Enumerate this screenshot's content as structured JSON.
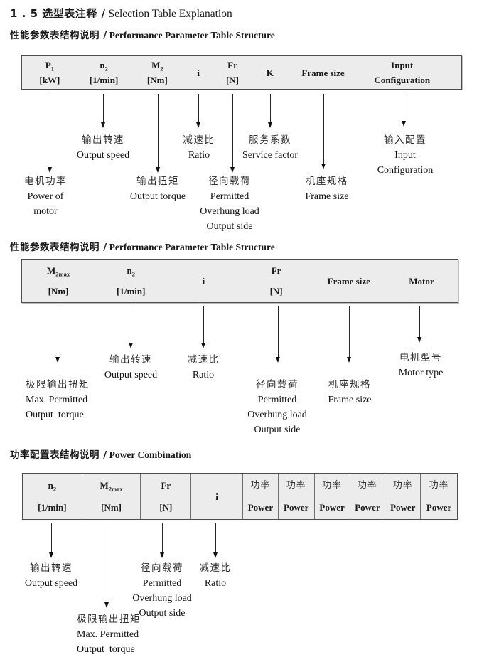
{
  "colors": {
    "table_fill": "#ececec",
    "table_border": "#4d4d4d",
    "text": "#1a1a1a",
    "background": "#ffffff"
  },
  "page": {
    "title_zh": "1 . 5 选型表注释 /",
    "title_en": "Selection Table Explanation"
  },
  "s1": {
    "heading_zh": "性能参数表结构说明 /",
    "heading_en": "Performance Parameter Table Structure",
    "cols": [
      {
        "top": "P",
        "sub": "1",
        "bottom": "[kW]"
      },
      {
        "top": "n",
        "sub": "2",
        "bottom": "[1/min]"
      },
      {
        "top": "M",
        "sub": "2",
        "bottom": "[Nm]"
      },
      {
        "top": "i"
      },
      {
        "top": "Fr",
        "bottom": "[N]"
      },
      {
        "top": "K"
      },
      {
        "top": "Frame size"
      },
      {
        "top": "Input",
        "bottom": "Configuration"
      }
    ],
    "callouts": [
      {
        "zh": "电机功率",
        "en1": "Power of",
        "en2": "motor"
      },
      {
        "zh": "输出转速",
        "en1": "Output speed"
      },
      {
        "zh": "输出扭矩",
        "en1": "Output torque"
      },
      {
        "zh": "减速比",
        "en1": "Ratio"
      },
      {
        "zh": "径向载荷",
        "en1": "Permitted",
        "en2": "Overhung load",
        "en3": "Output side"
      },
      {
        "zh": "服务系数",
        "en1": "Service factor"
      },
      {
        "zh": "机座规格",
        "en1": "Frame size"
      },
      {
        "zh": "输入配置",
        "en1": "Input",
        "en2": "Configuration"
      }
    ]
  },
  "s2": {
    "heading_zh": "性能参数表结构说明 /",
    "heading_en": "Performance Parameter Table Structure",
    "cols": [
      {
        "top": "M",
        "sub": "2max",
        "bottom": "[Nm]"
      },
      {
        "top": "n",
        "sub": "2",
        "bottom": "[1/min]"
      },
      {
        "top": "i"
      },
      {
        "top": "Fr",
        "bottom": "[N]"
      },
      {
        "top": "Frame size"
      },
      {
        "top": "Motor"
      }
    ],
    "callouts": [
      {
        "zh": "极限输出扭矩",
        "en1": "Max. Permitted",
        "en2": "Output  torque"
      },
      {
        "zh": "输出转速",
        "en1": "Output speed"
      },
      {
        "zh": "减速比",
        "en1": "Ratio"
      },
      {
        "zh": "径向载荷",
        "en1": "Permitted",
        "en2": "Overhung load",
        "en3": "Output side"
      },
      {
        "zh": "机座规格",
        "en1": "Frame size"
      },
      {
        "zh": "电机型号",
        "en1": "Motor type"
      }
    ]
  },
  "s3": {
    "heading_zh": "功率配置表结构说明 /",
    "heading_en": "Power Combination",
    "cols": [
      {
        "top": "n",
        "sub": "2",
        "bottom": "[1/min]"
      },
      {
        "top": "M",
        "sub": "2max",
        "bottom": "[Nm]"
      },
      {
        "top": "Fr",
        "bottom": "[N]"
      },
      {
        "top": "i"
      },
      {
        "zh": "功率",
        "bottom": "Power"
      },
      {
        "zh": "功率",
        "bottom": "Power"
      },
      {
        "zh": "功率",
        "bottom": "Power"
      },
      {
        "zh": "功率",
        "bottom": "Power"
      },
      {
        "zh": "功率",
        "bottom": "Power"
      },
      {
        "zh": "功率",
        "bottom": "Power"
      }
    ],
    "callouts": [
      {
        "zh": "输出转速",
        "en1": "Output speed"
      },
      {
        "zh": "极限输出扭矩",
        "en1": "Max. Permitted",
        "en2": "Output  torque"
      },
      {
        "zh": "径向载荷",
        "en1": "Permitted",
        "en2": "Overhung load",
        "en3": "Output side"
      },
      {
        "zh": "减速比",
        "en1": "Ratio"
      }
    ]
  }
}
